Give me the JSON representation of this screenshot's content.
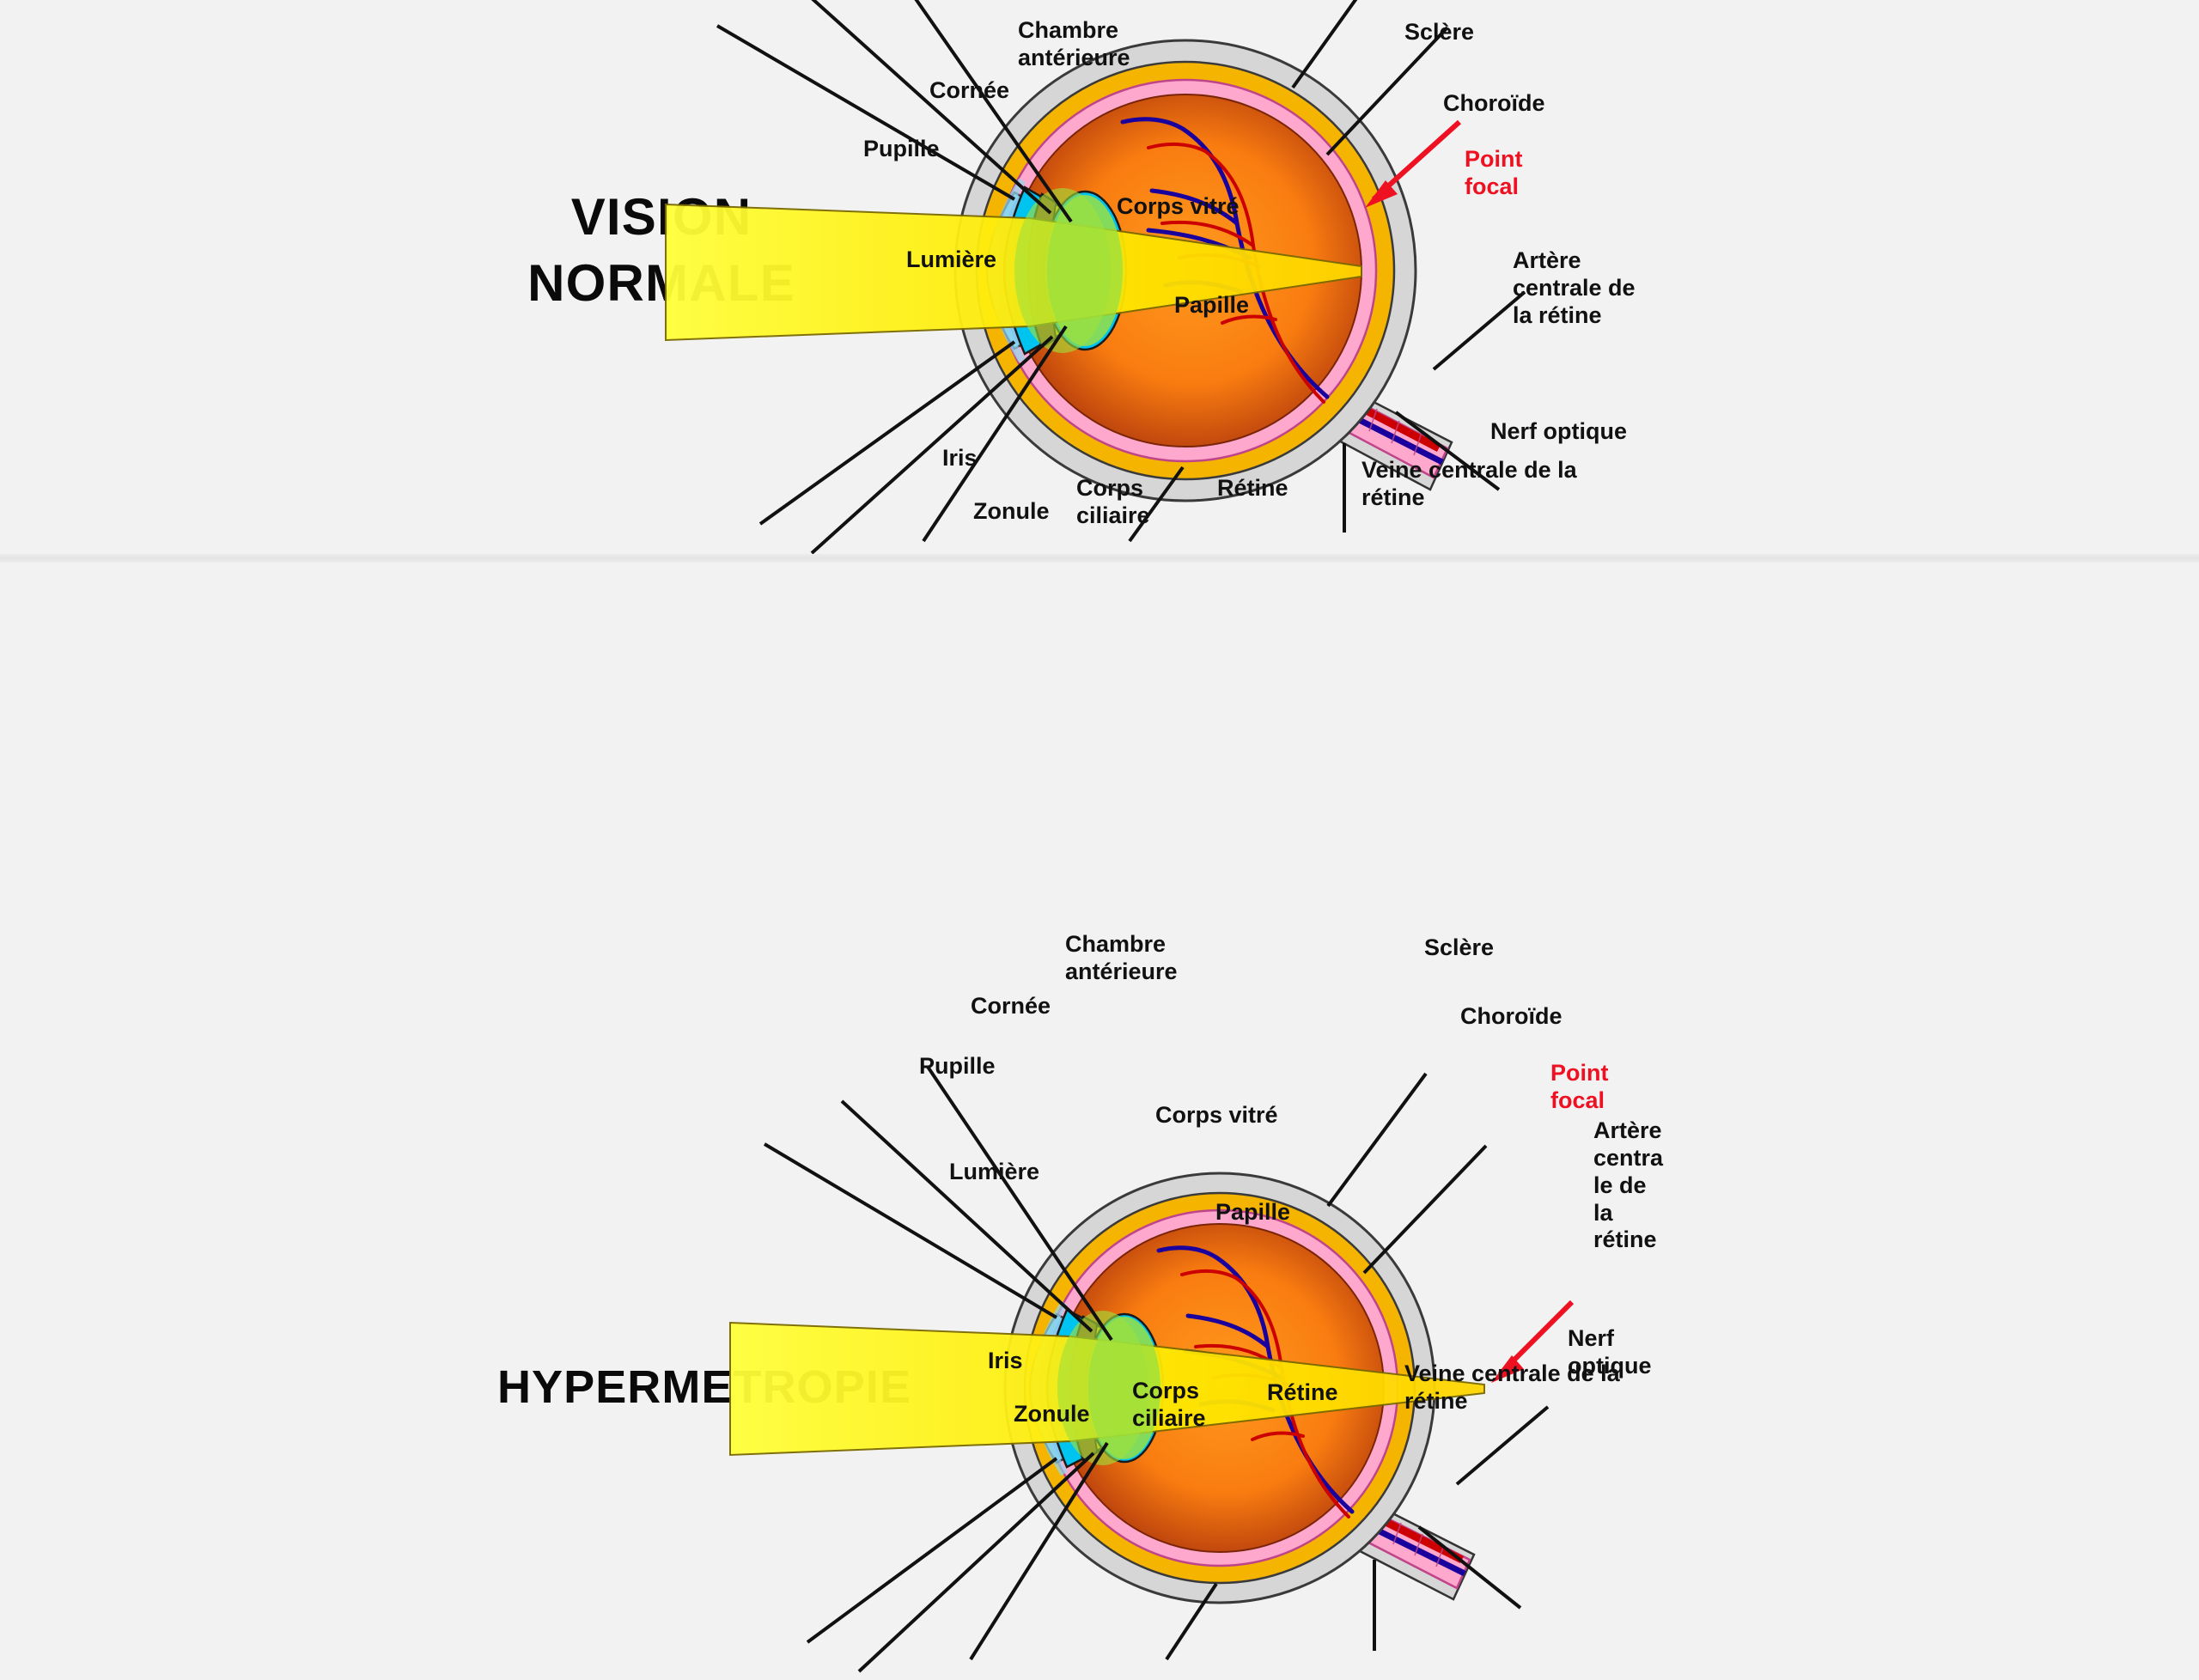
{
  "background_color": "#f2f2f2",
  "panels": [
    {
      "id": "normal",
      "title": "VISION\nNORMALE",
      "beam_label": "Lumière",
      "focal_label": "Point\nfocal",
      "focal_color": "#ee1122",
      "focal_position": "on-retina",
      "labels": [
        {
          "name": "chambre-anterieure",
          "text": "Chambre\nantérieure"
        },
        {
          "name": "cornee",
          "text": "Cornée"
        },
        {
          "name": "pupille",
          "text": "Pupille"
        },
        {
          "name": "sclere",
          "text": "Sclère"
        },
        {
          "name": "choroide",
          "text": "Choroïde"
        },
        {
          "name": "corps-vitre",
          "text": "Corps vitré"
        },
        {
          "name": "papille",
          "text": "Papille"
        },
        {
          "name": "artere-centrale-retine",
          "text": "Artère\ncentrale de\nla rétine"
        },
        {
          "name": "nerf-optique",
          "text": "Nerf optique"
        },
        {
          "name": "veine-centrale-retine",
          "text": "Veine centrale de la\nrétine"
        },
        {
          "name": "retine",
          "text": "Rétine"
        },
        {
          "name": "corps-ciliaire",
          "text": "Corps\nciliaire"
        },
        {
          "name": "zonule",
          "text": "Zonule"
        },
        {
          "name": "iris",
          "text": "Iris"
        }
      ]
    },
    {
      "id": "hyper",
      "title": "HYPERMETROPIE",
      "beam_label": "Lumière",
      "focal_label": "Point\nfocal",
      "focal_color": "#ee1122",
      "focal_position": "behind-retina",
      "labels": [
        {
          "name": "chambre-anterieure",
          "text": "Chambre\nantérieure"
        },
        {
          "name": "cornee",
          "text": "Cornée"
        },
        {
          "name": "pupille",
          "text": "Pupille"
        },
        {
          "name": "sclere",
          "text": "Sclère"
        },
        {
          "name": "choroide",
          "text": "Choroïde"
        },
        {
          "name": "corps-vitre",
          "text": "Corps vitré"
        },
        {
          "name": "papille",
          "text": "Papille"
        },
        {
          "name": "artere-centrale-retine",
          "text": "Artère\ncentra\nle de\nla\nrétine"
        },
        {
          "name": "nerf-optique",
          "text": "Nerf\noptique"
        },
        {
          "name": "veine-centrale-retine",
          "text": "Veine centrale de la\nrétine"
        },
        {
          "name": "retine",
          "text": "Rétine"
        },
        {
          "name": "corps-ciliaire",
          "text": "Corps\nciliaire"
        },
        {
          "name": "zonule",
          "text": "Zonule"
        },
        {
          "name": "iris",
          "text": "Iris"
        }
      ]
    }
  ],
  "colors": {
    "sclera": "#d6d6d6",
    "choroid": "#f5b400",
    "retina": "#ffa8cd",
    "vitreous_center": "#ff8c12",
    "vitreous_edge": "#a8280a",
    "lens": "#9fe03a",
    "iris": "#00c4f0",
    "cornea": "#6fd0f5",
    "ciliary": "#8a4b1e",
    "beam": "#ffff3a",
    "artery": "#cc0000",
    "vein": "#1a009c",
    "outline": "#1a1a1a"
  }
}
